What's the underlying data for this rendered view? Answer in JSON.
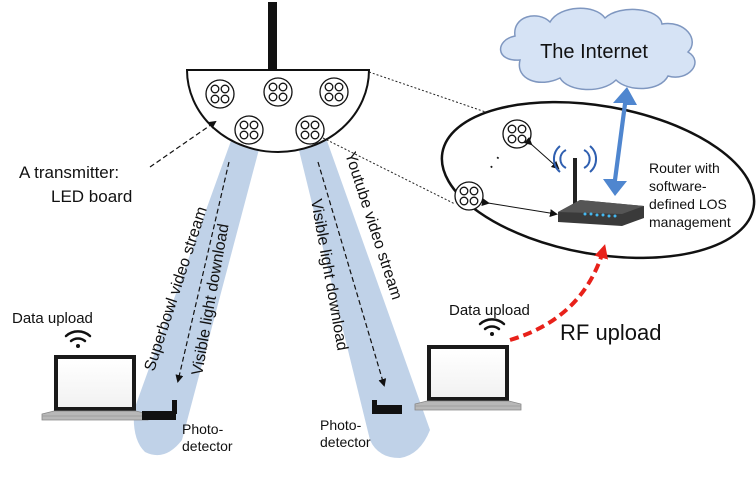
{
  "labels": {
    "internet": "The Internet",
    "transmitter_line1": "A transmitter:",
    "transmitter_line2": "LED board",
    "router_line1": "Router with",
    "router_line2": "software-",
    "router_line3": "defined LOS",
    "router_line4": "management",
    "stream_left": "Superbowl video stream",
    "stream_right": "Youtube video stream",
    "download_left": "Visible light download",
    "download_right": "Visible light download",
    "upload_left": "Data upload",
    "upload_right": "Data upload",
    "rf_upload": "RF upload",
    "photodetector_left_line1": "Photo-",
    "photodetector_left_line2": "detector",
    "photodetector_right_line1": "Photo-",
    "photodetector_right_line2": "detector",
    "ellipsis_dots": "·  ·"
  },
  "colors": {
    "beam": "#b9cde6",
    "cloud": "#d6e3f5",
    "cloud_stroke": "#7f97c0",
    "internet_arrow": "#4f86cf",
    "rf_arrow": "#e8211a",
    "wifi_router": "#2f5fb0",
    "router_lights": "#44b8f0"
  }
}
